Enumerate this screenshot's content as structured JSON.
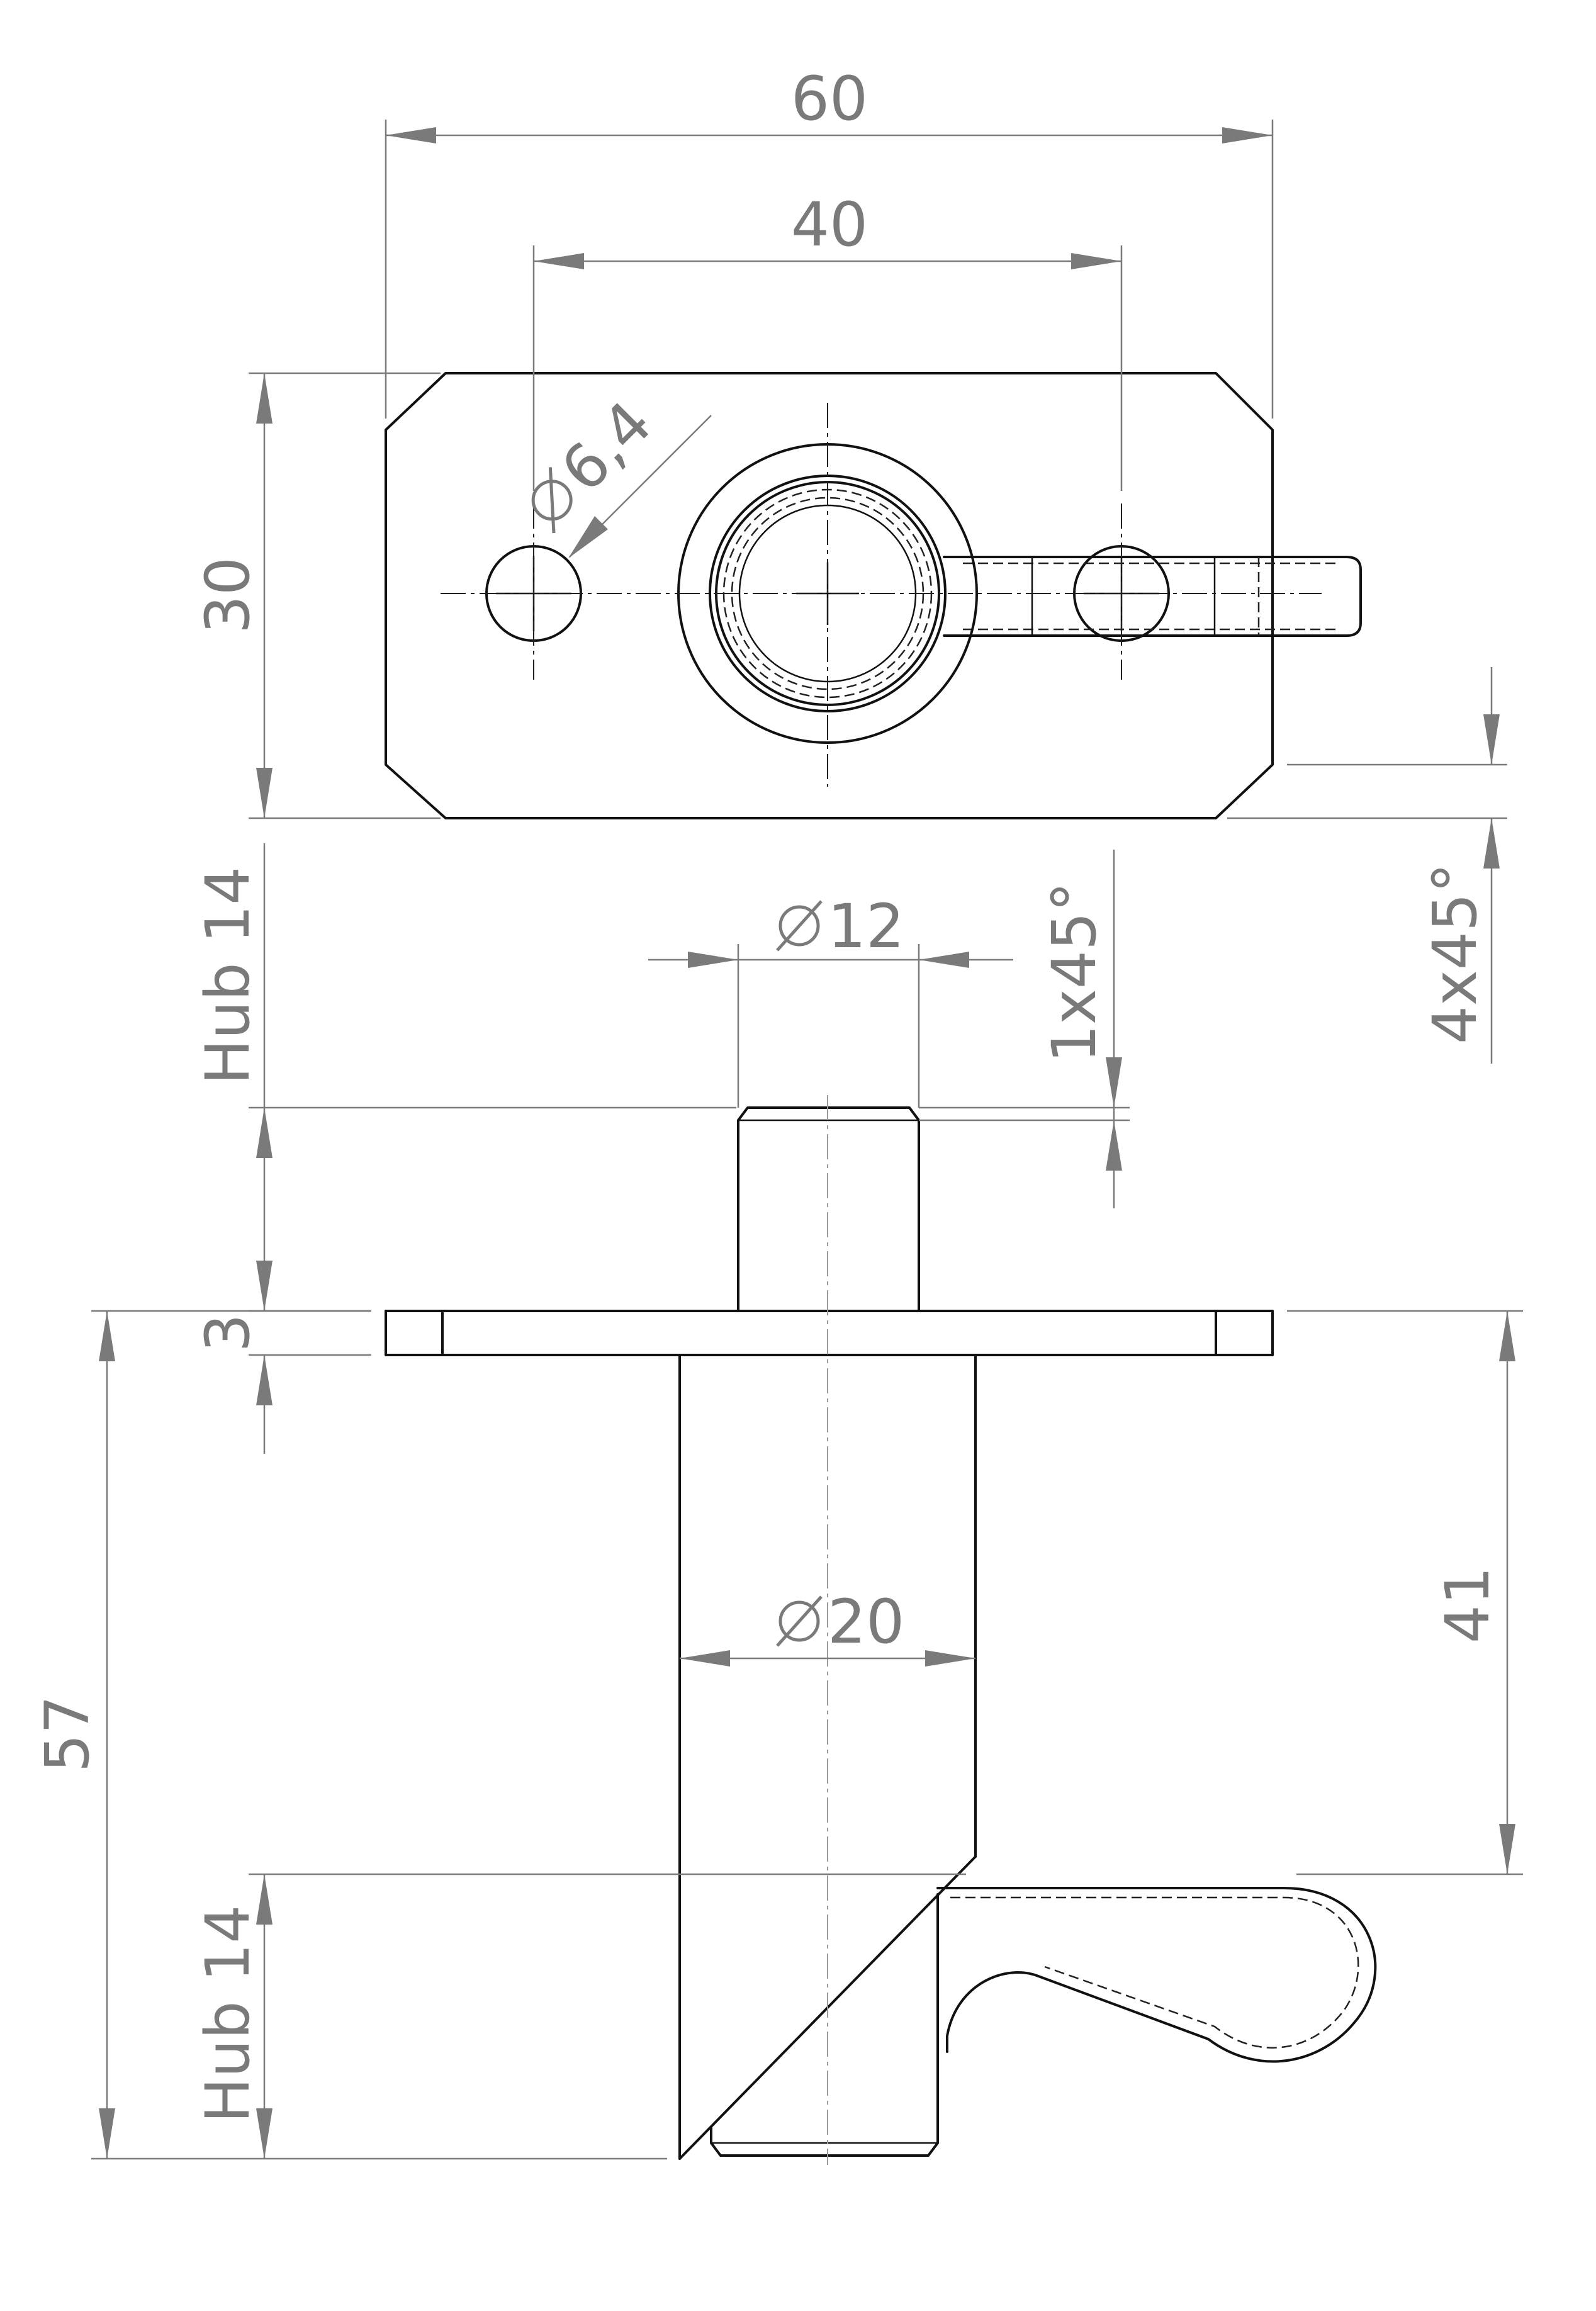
{
  "dimensions": {
    "overall_width": "60",
    "hole_spacing": "40",
    "plate_height": "30",
    "hole_diameter": "6,4",
    "pin_diameter": "12",
    "pin_chamfer": "1x45°",
    "plate_chamfer": "4x45°",
    "stroke_top": "Hub 14",
    "plate_thickness": "3",
    "overall_length": "57",
    "sleeve_length": "41",
    "sleeve_diameter": "20",
    "stroke_bottom": "Hub 14"
  },
  "symbols": {
    "diameter": "diameter-symbol"
  },
  "colors": {
    "object_line": "#111111",
    "dimension_line": "#7a7a7a",
    "background": "#ffffff"
  }
}
